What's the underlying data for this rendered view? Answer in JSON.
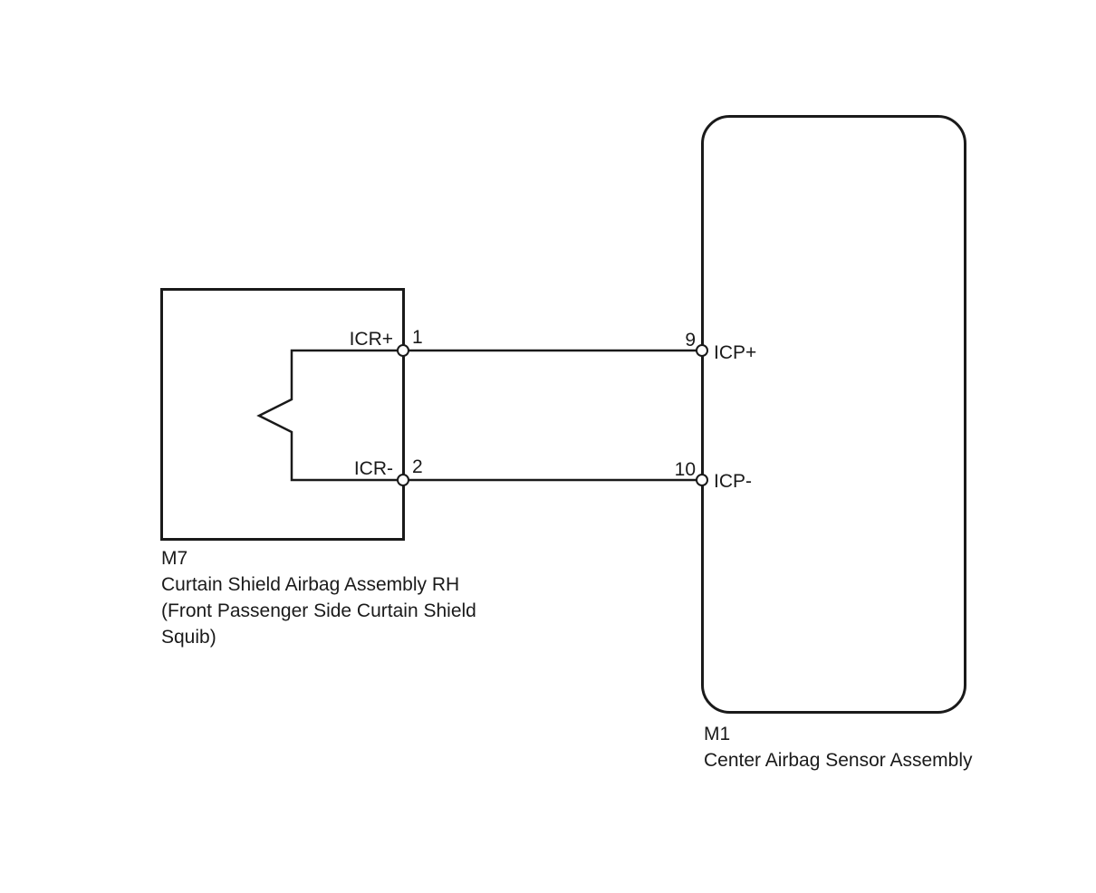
{
  "components": {
    "m7": {
      "code": "M7",
      "name": "Curtain Shield Airbag Assembly RH",
      "description_line1": "(Front Passenger Side Curtain Shield",
      "description_line2": "Squib)",
      "pins": [
        {
          "signal": "ICR+",
          "number": "1"
        },
        {
          "signal": "ICR-",
          "number": "2"
        }
      ]
    },
    "m1": {
      "code": "M1",
      "name": "Center Airbag Sensor Assembly",
      "pins": [
        {
          "signal": "ICP+",
          "number": "9"
        },
        {
          "signal": "ICP-",
          "number": "10"
        }
      ]
    }
  },
  "wires": [
    {
      "from": "M7-1",
      "to": "M1-9"
    },
    {
      "from": "M7-2",
      "to": "M1-10"
    }
  ],
  "colors": {
    "line": "#1a1a1a",
    "background": "#ffffff"
  }
}
